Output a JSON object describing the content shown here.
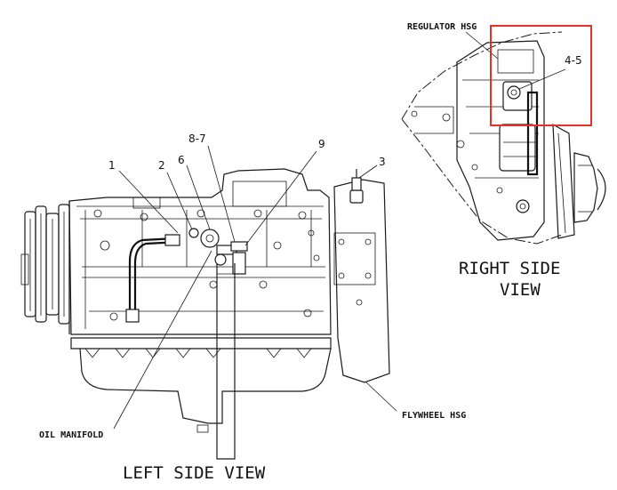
{
  "labels": {
    "regulator_hsg": "REGULATOR HSG",
    "flywheel_hsg": "FLYWHEEL HSG",
    "oil_manifold": "OIL MANIFOLD",
    "left_side_view": "LEFT SIDE VIEW",
    "right_side_view_line1": "RIGHT SIDE",
    "right_side_view_line2": "VIEW"
  },
  "callouts": {
    "c1": "1",
    "c2": "2",
    "c3": "3",
    "c6": "6",
    "c87": "8-7",
    "c9": "9",
    "c45": "4-5"
  },
  "colors": {
    "line": "#1a1a1a",
    "highlight": "#e8302a",
    "background": "#ffffff"
  }
}
